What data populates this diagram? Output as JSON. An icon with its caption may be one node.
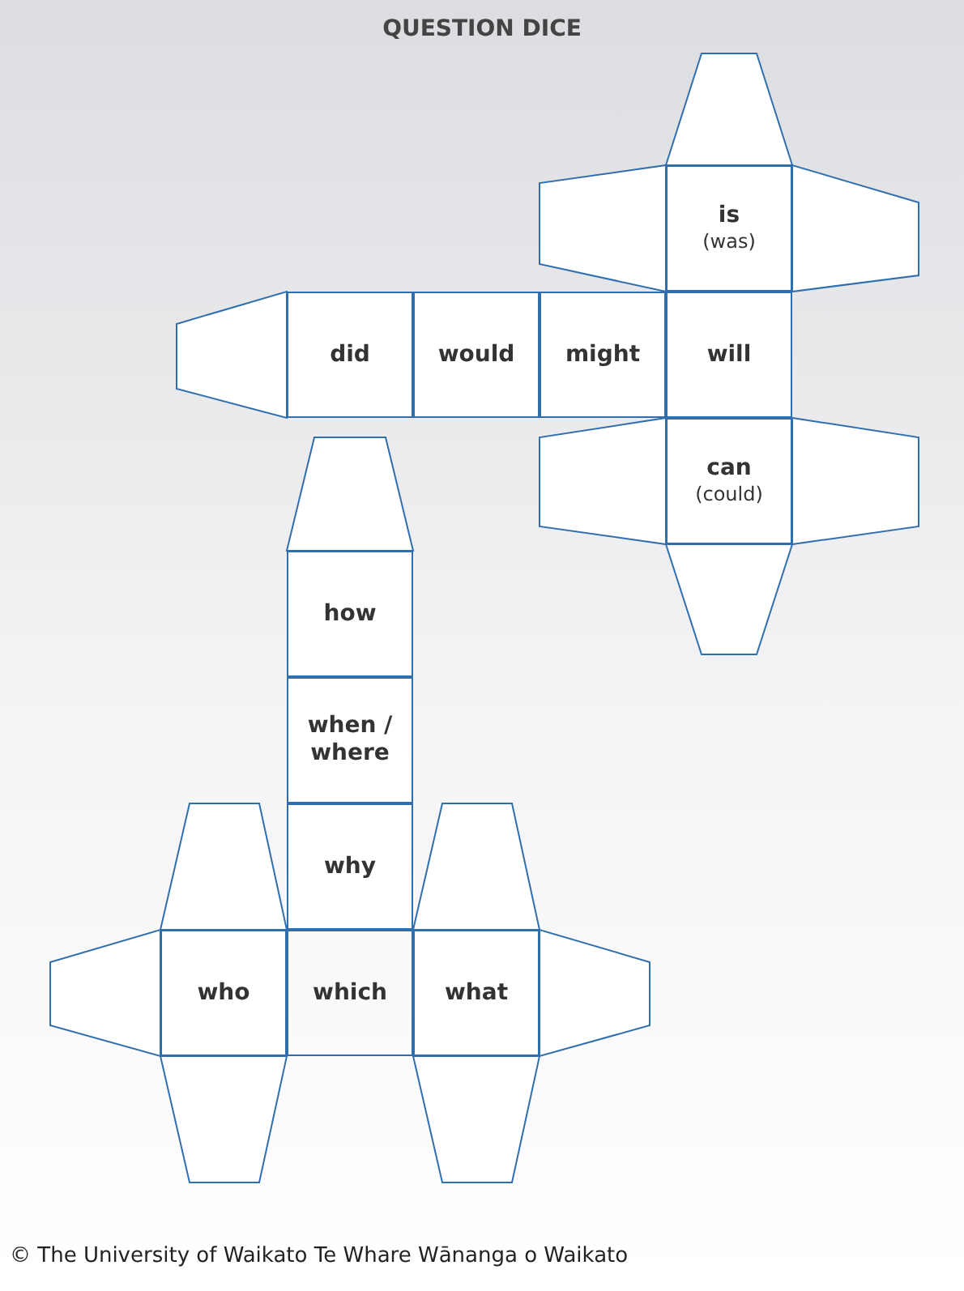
{
  "diagram": {
    "title": "QUESTION DICE",
    "nodes": [
      {
        "text": [
          "is",
          "(was)"
        ]
      },
      {
        "text": [
          "did"
        ]
      },
      {
        "text": [
          "would"
        ]
      },
      {
        "text": [
          "might"
        ]
      },
      {
        "text": [
          "will"
        ]
      },
      {
        "text": [
          "can",
          "(could)"
        ]
      },
      {
        "text": [
          "how"
        ]
      },
      {
        "text": [
          "when / where"
        ]
      },
      {
        "text": [
          "why"
        ]
      },
      {
        "text": [
          "who"
        ]
      },
      {
        "text": [
          "which"
        ]
      },
      {
        "text": [
          "what"
        ]
      },
      {
        "text": [],
        "shape": "trapezoid"
      },
      {
        "text": [],
        "shape": "trapezoid"
      },
      {
        "text": [],
        "shape": "trapezoid"
      },
      {
        "text": [],
        "shape": "trapezoid"
      },
      {
        "text": [],
        "shape": "trapezoid"
      },
      {
        "text": [],
        "shape": "trapezoid"
      },
      {
        "text": [],
        "shape": "trapezoid"
      },
      {
        "text": [],
        "shape": "trapezoid"
      },
      {
        "text": [],
        "shape": "trapezoid"
      },
      {
        "text": [],
        "shape": "trapezoid"
      },
      {
        "text": [],
        "shape": "trapezoid"
      },
      {
        "text": [],
        "shape": "trapezoid"
      },
      {
        "text": [],
        "shape": "trapezoid"
      },
      {
        "text": [],
        "shape": "trapezoid"
      }
    ],
    "edges": [],
    "caption": "© The University of Waikato Te Whare Wānanga o Waikato"
  }
}
